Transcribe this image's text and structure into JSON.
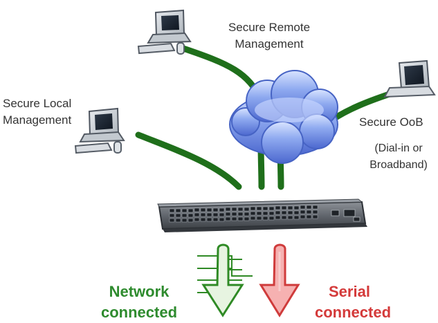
{
  "labels": {
    "remote_line1": "Secure Remote",
    "remote_line2": "Management",
    "local_line1": "Secure Local",
    "local_line2": "Management",
    "oob_line1": "Secure OoB",
    "oob_line2": "(Dial-in or",
    "oob_line3": "Broadband)"
  },
  "status": {
    "network_line1": "Network",
    "network_line2": "connected",
    "serial_line1": "Serial",
    "serial_line2": "connected"
  },
  "colors": {
    "cable": "#1f6f1b",
    "network_text": "#2e8b2e",
    "serial_text": "#d43a3a",
    "network_arrow_fill": "#e7f4e1",
    "network_arrow_stroke": "#2f8a25",
    "serial_arrow_fill": "#f6b1b1",
    "serial_arrow_stroke": "#cf3b3b",
    "cloud": "#6d8fe8",
    "device_body": "#cfd3d8",
    "switch_body": "#595d63"
  }
}
